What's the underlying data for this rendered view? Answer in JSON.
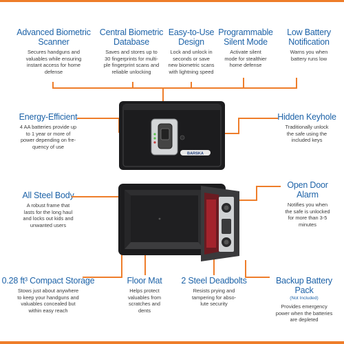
{
  "features": {
    "advanced_biometric": {
      "title": "Advanced Biometric\nScanner",
      "desc": "Secures handguns and\nvaluables while ensuring\ninstant access for home\ndefense"
    },
    "central_database": {
      "title": "Central Biometric\nDatabase",
      "desc": "Saves and stores up to\n30 fingerprints for multi-\nple fingerprint scans and\nreliable unlocking"
    },
    "easy_to_use": {
      "title": "Easy-to-Use\nDesign",
      "desc": "Lock and unlock in\nseconds or save\nnew biometric scans\nwith lightning speed"
    },
    "silent_mode": {
      "title": "Programmable\nSilent Mode",
      "desc": "Activate silent\nmode for stealthier\nhome defense"
    },
    "low_battery": {
      "title": "Low Battery\nNotification",
      "desc": "Warns you when\nbattery runs low"
    },
    "energy_efficient": {
      "title": "Energy-Efficient",
      "desc": "4 AA batteries provide up\nto 1 year or more of\npower depending on fre-\nquency of use"
    },
    "hidden_keyhole": {
      "title": "Hidden Keyhole",
      "desc": "Traditionally unlock\nthe safe using the\nincluded keys"
    },
    "steel_body": {
      "title": "All Steel Body",
      "desc": "A robust frame that\nlasts for the long haul\nand locks out kids and\nunwanted users"
    },
    "door_alarm": {
      "title": "Open Door\nAlarm",
      "desc": "Notifies you when\nthe safe is unlocked\nfor more than 3-5\nminutes"
    },
    "compact_storage": {
      "title": "0.28 ft³ Compact Storage",
      "desc": "Stows just about anywhere\nto keep your handguns and\nvaluables concealed but\nwithin easy reach"
    },
    "floor_mat": {
      "title": "Floor Mat",
      "desc": "Helps protect\nvaluables from\nscratches and\ndents"
    },
    "deadbolts": {
      "title": "2 Steel Deadbolts",
      "desc": "Resists prying and\ntampering for abso-\nlute security"
    },
    "backup_battery": {
      "title": "Backup Battery Pack",
      "note": "(Not Included)",
      "desc": "Provides emergency\npower when the batteries\nare depleted"
    }
  },
  "safe": {
    "brand_label": "BARSKA"
  },
  "colors": {
    "accent_orange": "#ee7d2a",
    "title_blue": "#1e63a8",
    "safe_black": "#1c1c1e"
  }
}
